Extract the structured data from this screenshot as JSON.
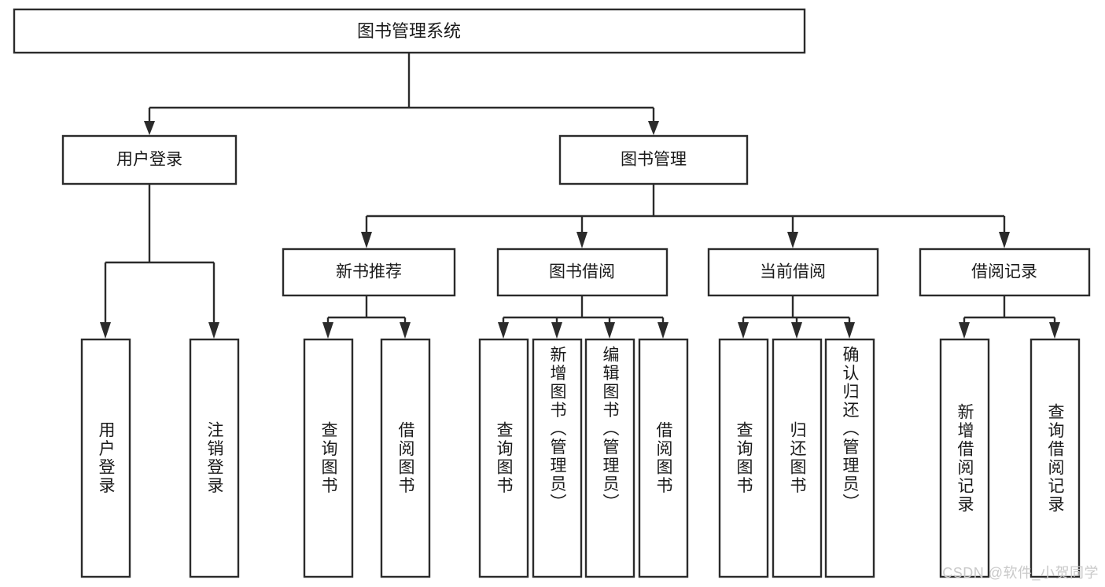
{
  "diagram": {
    "title": "图书管理系统",
    "type": "tree",
    "watermark": "CSDN @软件_小贺同学",
    "colors": {
      "stroke": "#2b2b2b",
      "box_fill": "#ffffff",
      "text": "#1a1a1a",
      "background": "#ffffff",
      "watermark": "#c9c9c9"
    },
    "root": {
      "label": "图书管理系统"
    },
    "level2": [
      {
        "label": "用户登录"
      },
      {
        "label": "图书管理"
      }
    ],
    "level3": [
      {
        "label": "新书推荐"
      },
      {
        "label": "图书借阅"
      },
      {
        "label": "当前借阅"
      },
      {
        "label": "借阅记录"
      }
    ],
    "leaves": {
      "user_login": [
        {
          "label": "用户登录"
        },
        {
          "label": "注销登录"
        }
      ],
      "new_book": [
        {
          "label": "查询图书"
        },
        {
          "label": "借阅图书"
        }
      ],
      "book_borrow": [
        {
          "label": "查询图书"
        },
        {
          "label": "新增图书（管理员）"
        },
        {
          "label": "编辑图书（管理员）"
        },
        {
          "label": "借阅图书"
        }
      ],
      "current_borrow": [
        {
          "label": "查询图书"
        },
        {
          "label": "归还图书"
        },
        {
          "label": "确认归还（管理员）"
        }
      ],
      "borrow_record": [
        {
          "label": "新增借阅记录"
        },
        {
          "label": "查询借阅记录"
        }
      ]
    }
  }
}
